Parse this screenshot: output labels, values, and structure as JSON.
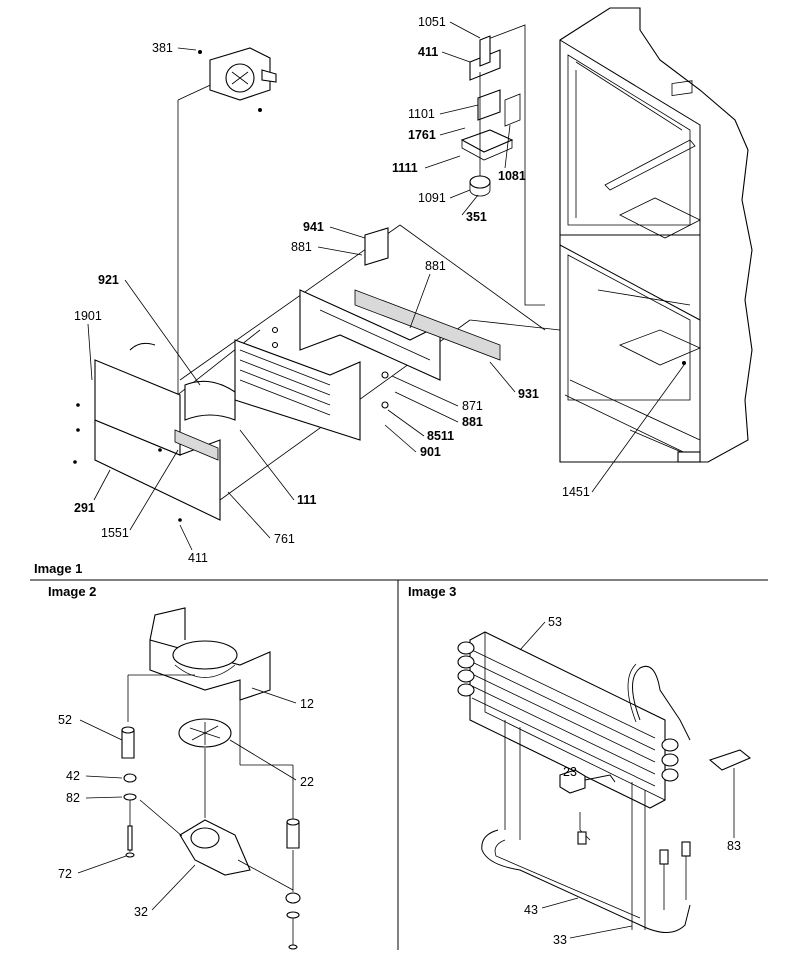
{
  "panels": [
    {
      "title": "Image 1"
    },
    {
      "title": "Image 2"
    },
    {
      "title": "Image 3"
    }
  ],
  "image1_callouts": [
    {
      "id": "c381",
      "text": "381",
      "bold": false
    },
    {
      "id": "c1051",
      "text": "1051",
      "bold": false
    },
    {
      "id": "c411a",
      "text": "411",
      "bold": true
    },
    {
      "id": "c1101",
      "text": "1101",
      "bold": false
    },
    {
      "id": "c1761",
      "text": "1761",
      "bold": true
    },
    {
      "id": "c1111",
      "text": "1111",
      "bold": true
    },
    {
      "id": "c1081",
      "text": "1081",
      "bold": true
    },
    {
      "id": "c1091",
      "text": "1091",
      "bold": false
    },
    {
      "id": "c351",
      "text": "351",
      "bold": true
    },
    {
      "id": "c941",
      "text": "941",
      "bold": true
    },
    {
      "id": "c881a",
      "text": "881",
      "bold": false
    },
    {
      "id": "c881b",
      "text": "881",
      "bold": false
    },
    {
      "id": "c921",
      "text": "921",
      "bold": true
    },
    {
      "id": "c1901",
      "text": "1901",
      "bold": false
    },
    {
      "id": "c931",
      "text": "931",
      "bold": true
    },
    {
      "id": "c871",
      "text": "871",
      "bold": false
    },
    {
      "id": "c8511",
      "text": "8511",
      "bold": true
    },
    {
      "id": "c881c",
      "text": "881",
      "bold": true
    },
    {
      "id": "c901",
      "text": "901",
      "bold": true
    },
    {
      "id": "c111",
      "text": "111",
      "bold": true
    },
    {
      "id": "c291",
      "text": "291",
      "bold": true
    },
    {
      "id": "c1551",
      "text": "1551",
      "bold": false
    },
    {
      "id": "c761",
      "text": "761",
      "bold": false
    },
    {
      "id": "c411b",
      "text": "411",
      "bold": false
    },
    {
      "id": "c1451",
      "text": "1451",
      "bold": false
    }
  ],
  "image2_callouts": [
    {
      "id": "c12",
      "text": "12"
    },
    {
      "id": "c52",
      "text": "52"
    },
    {
      "id": "c22",
      "text": "22"
    },
    {
      "id": "c42",
      "text": "42"
    },
    {
      "id": "c82",
      "text": "82"
    },
    {
      "id": "c72",
      "text": "72"
    },
    {
      "id": "c32",
      "text": "32"
    }
  ],
  "image3_callouts": [
    {
      "id": "c53",
      "text": "53"
    },
    {
      "id": "c23",
      "text": "23"
    },
    {
      "id": "c83",
      "text": "83"
    },
    {
      "id": "c43",
      "text": "43"
    },
    {
      "id": "c33",
      "text": "33"
    }
  ]
}
